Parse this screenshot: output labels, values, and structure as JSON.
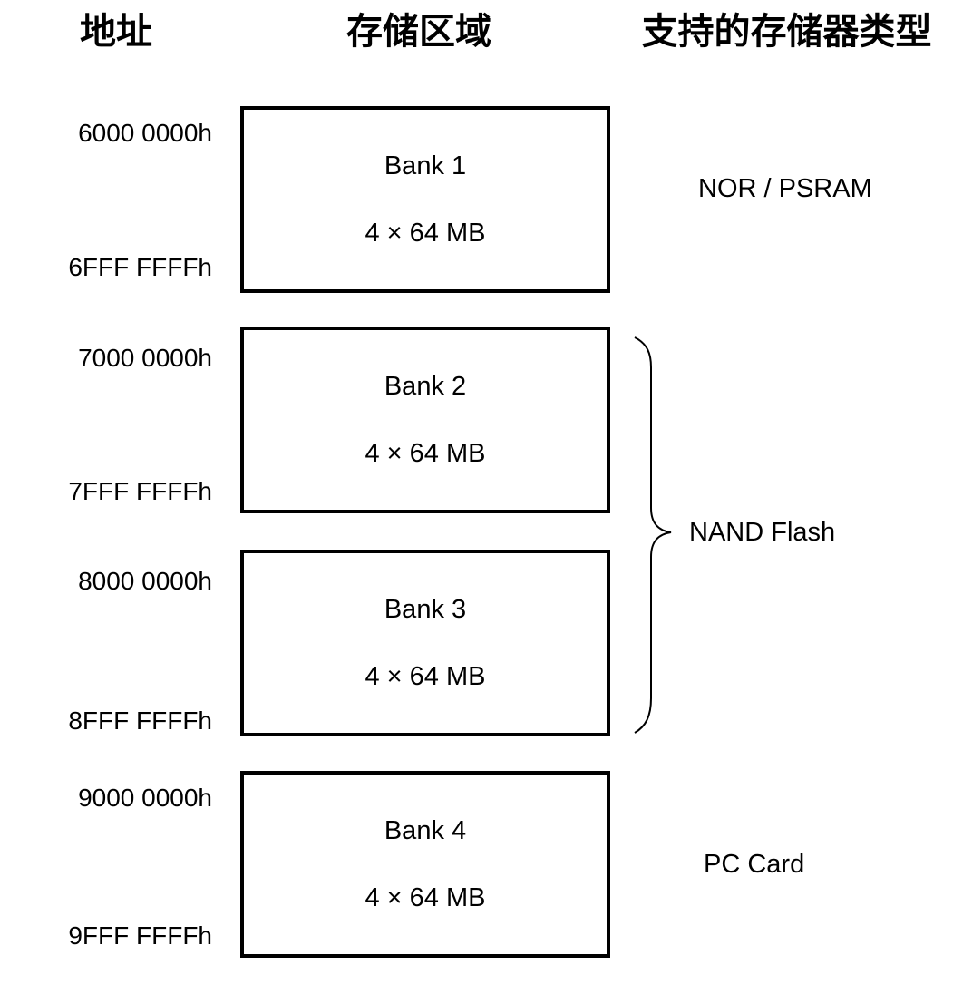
{
  "headers": {
    "address": "地址",
    "region": "存储区域",
    "memory_type": "支持的存储器类型"
  },
  "banks": [
    {
      "name": "Bank 1",
      "size": "4 × 64 MB",
      "start_address": "6000 0000h",
      "end_address": "6FFF FFFFh"
    },
    {
      "name": "Bank 2",
      "size": "4 × 64 MB",
      "start_address": "7000 0000h",
      "end_address": "7FFF FFFFh"
    },
    {
      "name": "Bank 3",
      "size": "4 × 64 MB",
      "start_address": "8000 0000h",
      "end_address": "8FFF FFFFh"
    },
    {
      "name": "Bank 4",
      "size": "4 × 64 MB",
      "start_address": "9000 0000h",
      "end_address": "9FFF FFFFh"
    }
  ],
  "memory_types": {
    "nor_psram": "NOR / PSRAM",
    "nand_flash": "NAND Flash",
    "pc_card": "PC Card"
  },
  "colors": {
    "line": "#000000",
    "background": "#ffffff"
  }
}
